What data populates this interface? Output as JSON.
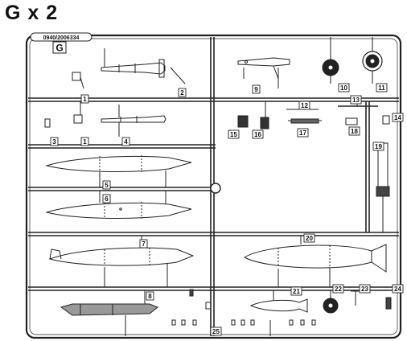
{
  "header": {
    "title": "G x 2"
  },
  "sprue": {
    "code": "0940/2006334",
    "letter": "G",
    "part_numbers": [
      "1",
      "1",
      "2",
      "3",
      "4",
      "5",
      "6",
      "7",
      "8",
      "9",
      "10",
      "11",
      "12",
      "13",
      "14",
      "15",
      "16",
      "17",
      "18",
      "19",
      "20",
      "21",
      "22",
      "23",
      "24",
      "25"
    ]
  }
}
